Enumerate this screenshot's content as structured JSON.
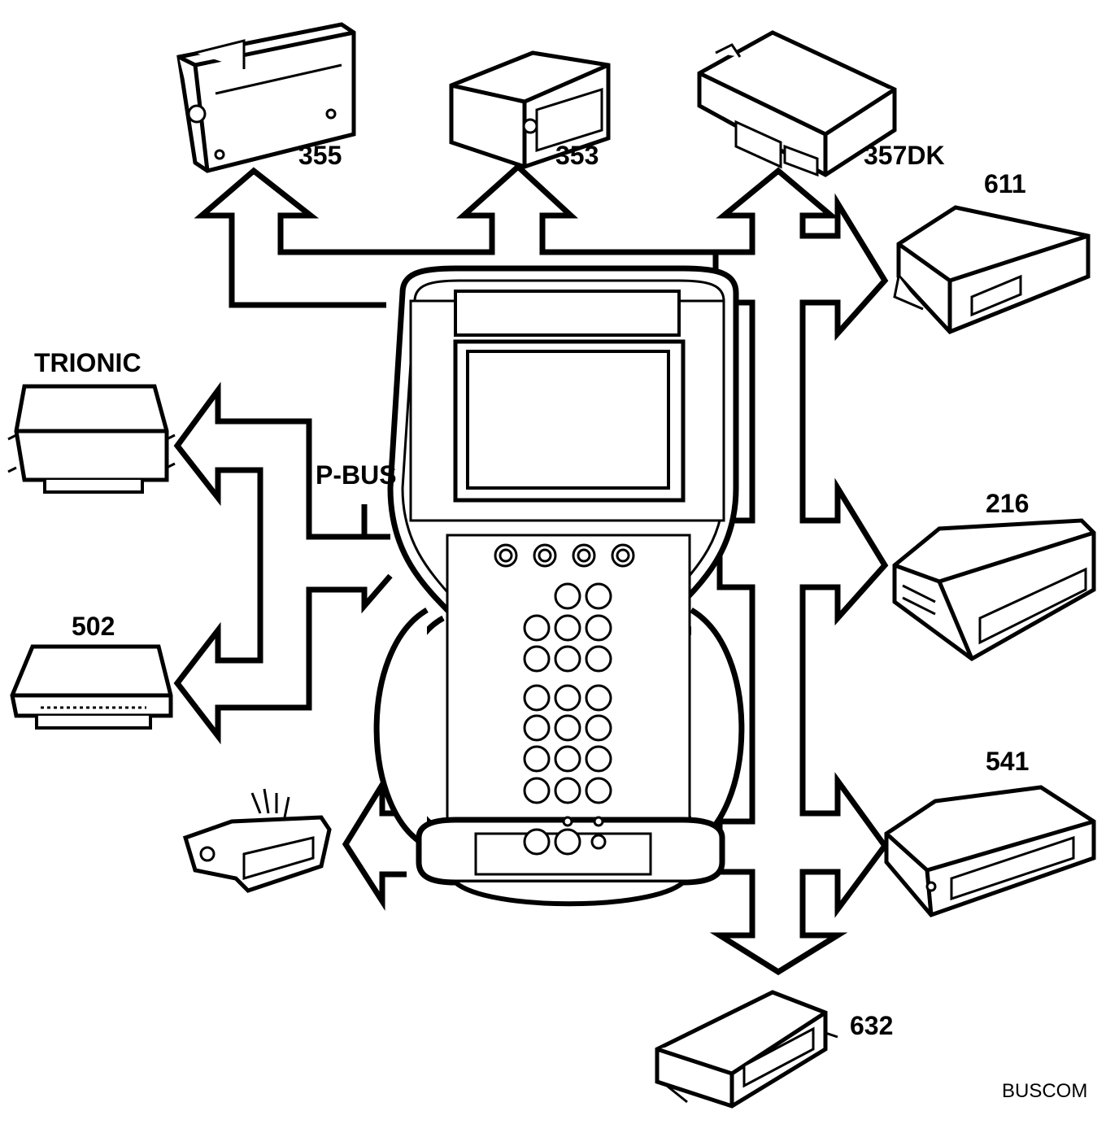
{
  "diagram": {
    "bus_label": "P-BUS",
    "figure_tag": "BUSCOM",
    "modules": {
      "m355": "355",
      "m353": "353",
      "m357dk": "357DK",
      "m611": "611",
      "trionic": "TRIONIC",
      "m216": "216",
      "m502": "502",
      "m541": "541",
      "m632": "632"
    }
  }
}
